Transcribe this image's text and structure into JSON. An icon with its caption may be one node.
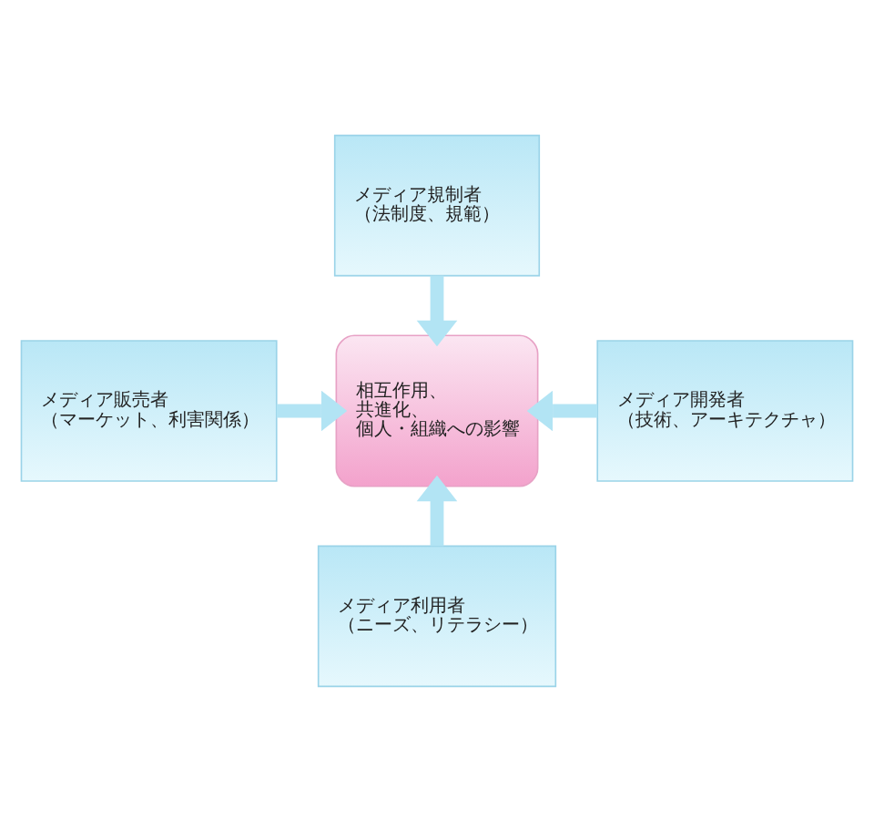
{
  "diagram": {
    "nodes": [
      {
        "text": [
          "メディア規制者",
          "（法制度、規範）"
        ]
      },
      {
        "text": [
          "メディア販売者",
          "（マーケット、利害関係）"
        ]
      },
      {
        "text": [
          "相互作用、",
          "共進化、",
          "個人・組織への影響"
        ]
      },
      {
        "text": [
          "メディア開発者",
          "（技術、アーキテクチャ）"
        ]
      },
      {
        "text": [
          "メディア利用者",
          "（ニーズ、リテラシー）"
        ]
      }
    ],
    "edges": [
      {
        "from": 0,
        "to": 2,
        "arrow": "to"
      },
      {
        "from": 1,
        "to": 2,
        "arrow": "to"
      },
      {
        "from": 3,
        "to": 2,
        "arrow": "to"
      },
      {
        "from": 4,
        "to": 2,
        "arrow": "to"
      }
    ]
  }
}
